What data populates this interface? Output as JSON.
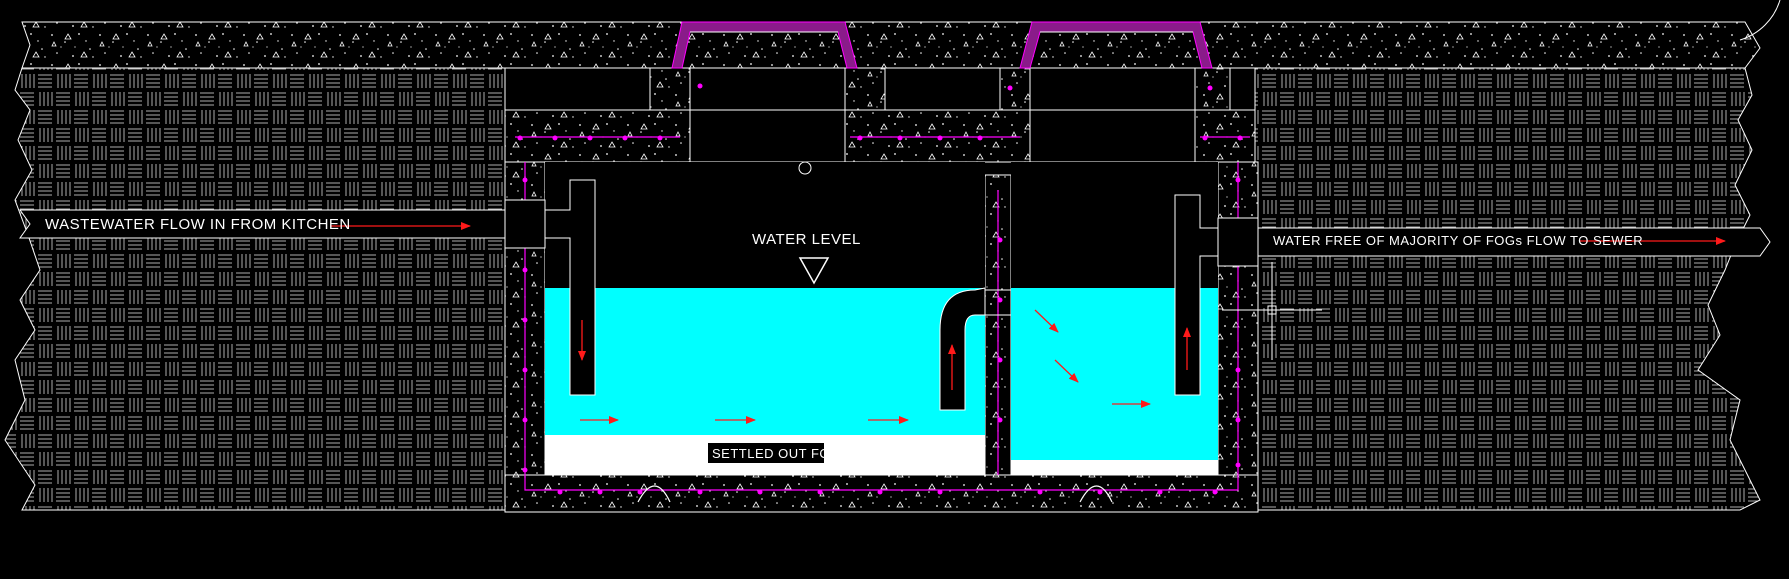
{
  "labels": {
    "inlet": "WASTEWATER FLOW IN FROM KITCHEN",
    "outlet": "WATER FREE OF MAJORITY OF FOGs FLOW TO SEWER",
    "water_level": "WATER LEVEL",
    "settled": "SETTLED OUT FOGs"
  },
  "colors": {
    "background": "#000000",
    "line": "#ffffff",
    "water": "#00ffff",
    "fog_layer": "#ffffff",
    "flow_arrow": "#ff1a1a",
    "rebar": "#ff00ff",
    "hatch": "#ffffff"
  }
}
